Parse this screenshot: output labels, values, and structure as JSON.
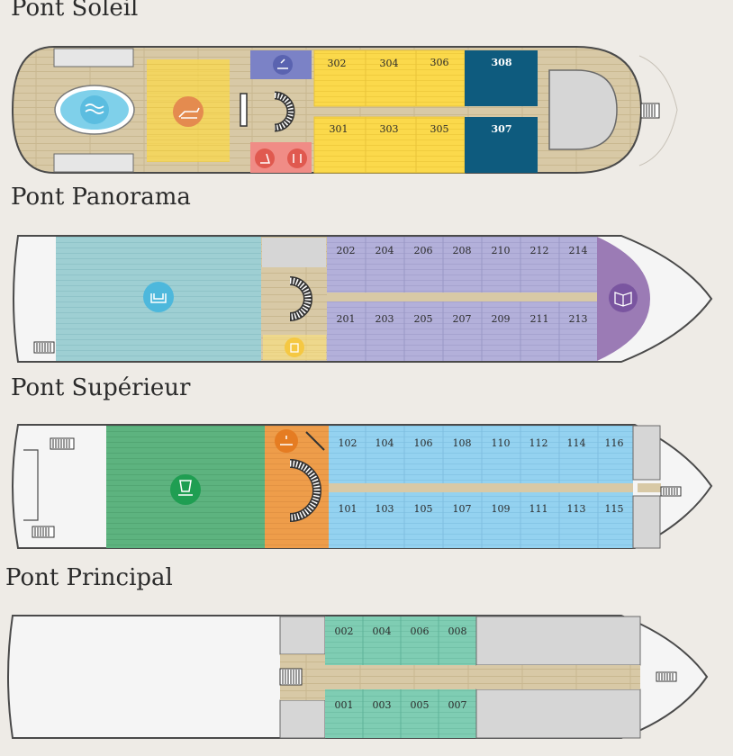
{
  "decks": {
    "soleil": {
      "title": "Pont Soleil",
      "cabins_top": [
        "302",
        "304",
        "306",
        "308"
      ],
      "cabins_bottom": [
        "301",
        "303",
        "305",
        "307"
      ]
    },
    "panorama": {
      "title": "Pont Panorama",
      "cabins_top": [
        "202",
        "204",
        "206",
        "208",
        "210",
        "212",
        "214"
      ],
      "cabins_bottom": [
        "201",
        "203",
        "205",
        "207",
        "209",
        "211",
        "213"
      ]
    },
    "superieur": {
      "title": "Pont Supérieur",
      "cabins_top": [
        "102",
        "104",
        "106",
        "108",
        "110",
        "112",
        "114",
        "116"
      ],
      "cabins_bottom": [
        "101",
        "103",
        "105",
        "107",
        "109",
        "111",
        "113",
        "115"
      ]
    },
    "principal": {
      "title": "Pont Principal",
      "cabins_top": [
        "002",
        "004",
        "006",
        "008"
      ],
      "cabins_bottom": [
        "001",
        "003",
        "005",
        "007"
      ]
    }
  },
  "icons": {
    "soleil": [
      "pool-icon",
      "sunbed-icon",
      "massage-icon",
      "fitness-icon",
      "hair-salon-icon"
    ],
    "panorama": [
      "lounge-armchair-icon",
      "library-book-icon",
      "luggage-icon"
    ],
    "superieur": [
      "restaurant-chef-icon",
      "reception-icon"
    ]
  },
  "colors": {
    "background": "#eeebe6",
    "deck_wood": "#d8c9a6",
    "hull_white": "#f5f5f5",
    "sun_cabin": "#fbd94b",
    "sun_suite": "#0e5b7e",
    "panorama_lounge": "#9ecfd3",
    "panorama_cabin": "#b3b0da",
    "panorama_library": "#9b7bb5",
    "restaurant": "#5db37f",
    "reception": "#ee9d4a",
    "superieur_cabin": "#94d2f0",
    "principal_cabin": "#7fcdb3",
    "service_grey": "#d6d6d6"
  }
}
